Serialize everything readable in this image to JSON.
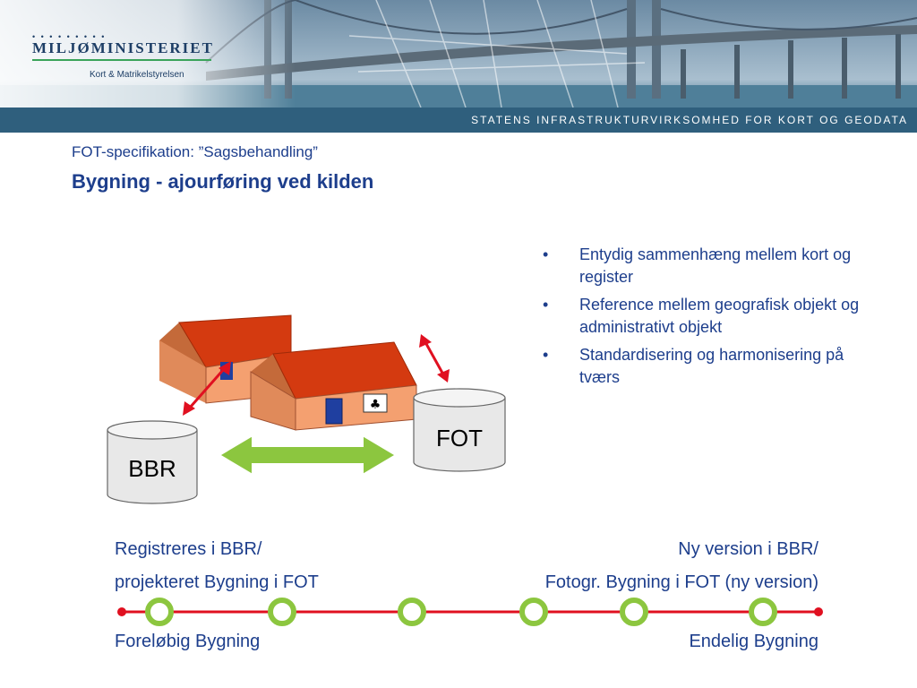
{
  "header": {
    "logo_dots": "• • • • • • • • •",
    "logo_name": "MILJØMINISTERIET",
    "logo_sub": "Kort & Matrikelstyrelsen",
    "tagline": "STATENS INFRASTRUKTURVIRKSOMHED FOR KORT OG GEODATA"
  },
  "slide": {
    "subtitle": "FOT-specifikation: ”Sagsbehandling”",
    "title": "Bygning - ajourføring ved kilden",
    "bullets": [
      "Entydig sammenhæng mellem kort og register",
      "Reference mellem geografisk objekt og administrativt objekt",
      "Standardisering og harmonisering på tværs"
    ]
  },
  "diagram": {
    "db_left": "BBR",
    "db_right": "FOT"
  },
  "timeline": {
    "top_left_1": "Registreres i BBR/",
    "top_left_2": "projekteret Bygning i FOT",
    "top_right_1": "Ny version i BBR/",
    "top_right_2": "Fotogr. Bygning i FOT (ny version)",
    "bottom_left": "Foreløbig Bygning",
    "bottom_right": "Endelig Bygning",
    "node_count": 6
  },
  "colors": {
    "title_blue": "#1d3e8c",
    "roof": "#d43a10",
    "wall": "#f4a070",
    "arrow_red": "#e01020",
    "arrow_green": "#8cc63f",
    "timeline_red": "#e01020",
    "node_green": "#8cc63f"
  }
}
